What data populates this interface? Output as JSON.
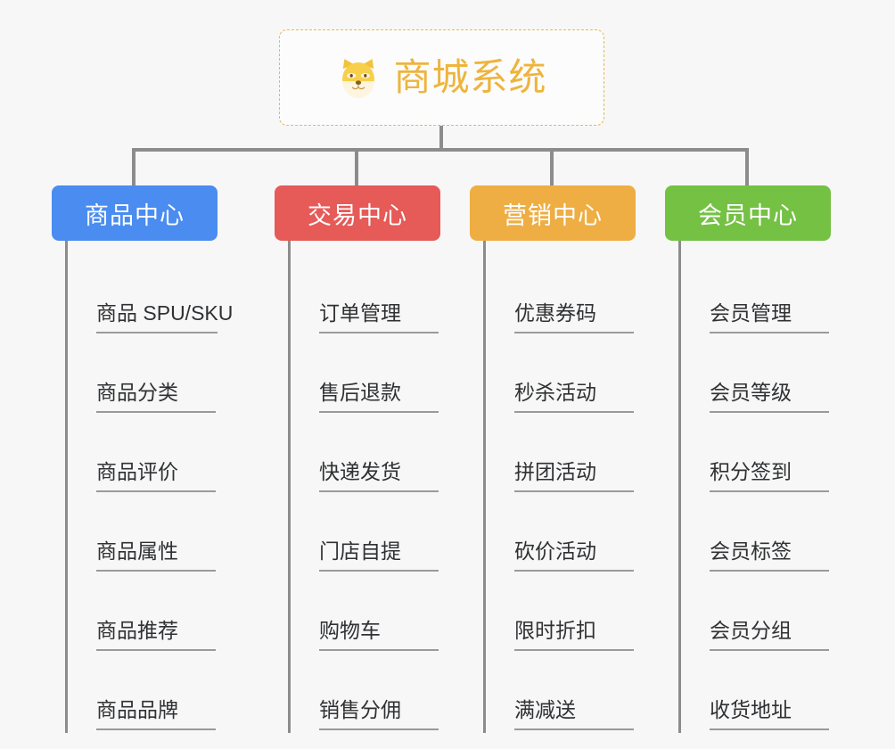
{
  "page": {
    "background_color": "#f7f7f7",
    "connector_color": "#8c8c8c",
    "leaf_text_color": "#303133",
    "leaf_underline_color": "#9a9a9a"
  },
  "root": {
    "title": "商城系统",
    "icon": "dog-face-icon",
    "icon_glyph": "🐶",
    "text_color": "#eeb43c",
    "border_color": "#e8b84b",
    "background_color": "#fcfcfc"
  },
  "branches": [
    {
      "label": "商品中心",
      "color": "#4a8cf0",
      "items": [
        "商品 SPU/SKU",
        "商品分类",
        "商品评价",
        "商品属性",
        "商品推荐",
        "商品品牌"
      ]
    },
    {
      "label": "交易中心",
      "color": "#e65a57",
      "items": [
        "订单管理",
        "售后退款",
        "快递发货",
        "门店自提",
        "购物车",
        "销售分佣"
      ]
    },
    {
      "label": "营销中心",
      "color": "#eeae43",
      "items": [
        "优惠券码",
        "秒杀活动",
        "拼团活动",
        "砍价活动",
        "限时折扣",
        "满减送"
      ]
    },
    {
      "label": "会员中心",
      "color": "#74c144",
      "items": [
        "会员管理",
        "会员等级",
        "积分签到",
        "会员标签",
        "会员分组",
        "收货地址"
      ]
    }
  ]
}
